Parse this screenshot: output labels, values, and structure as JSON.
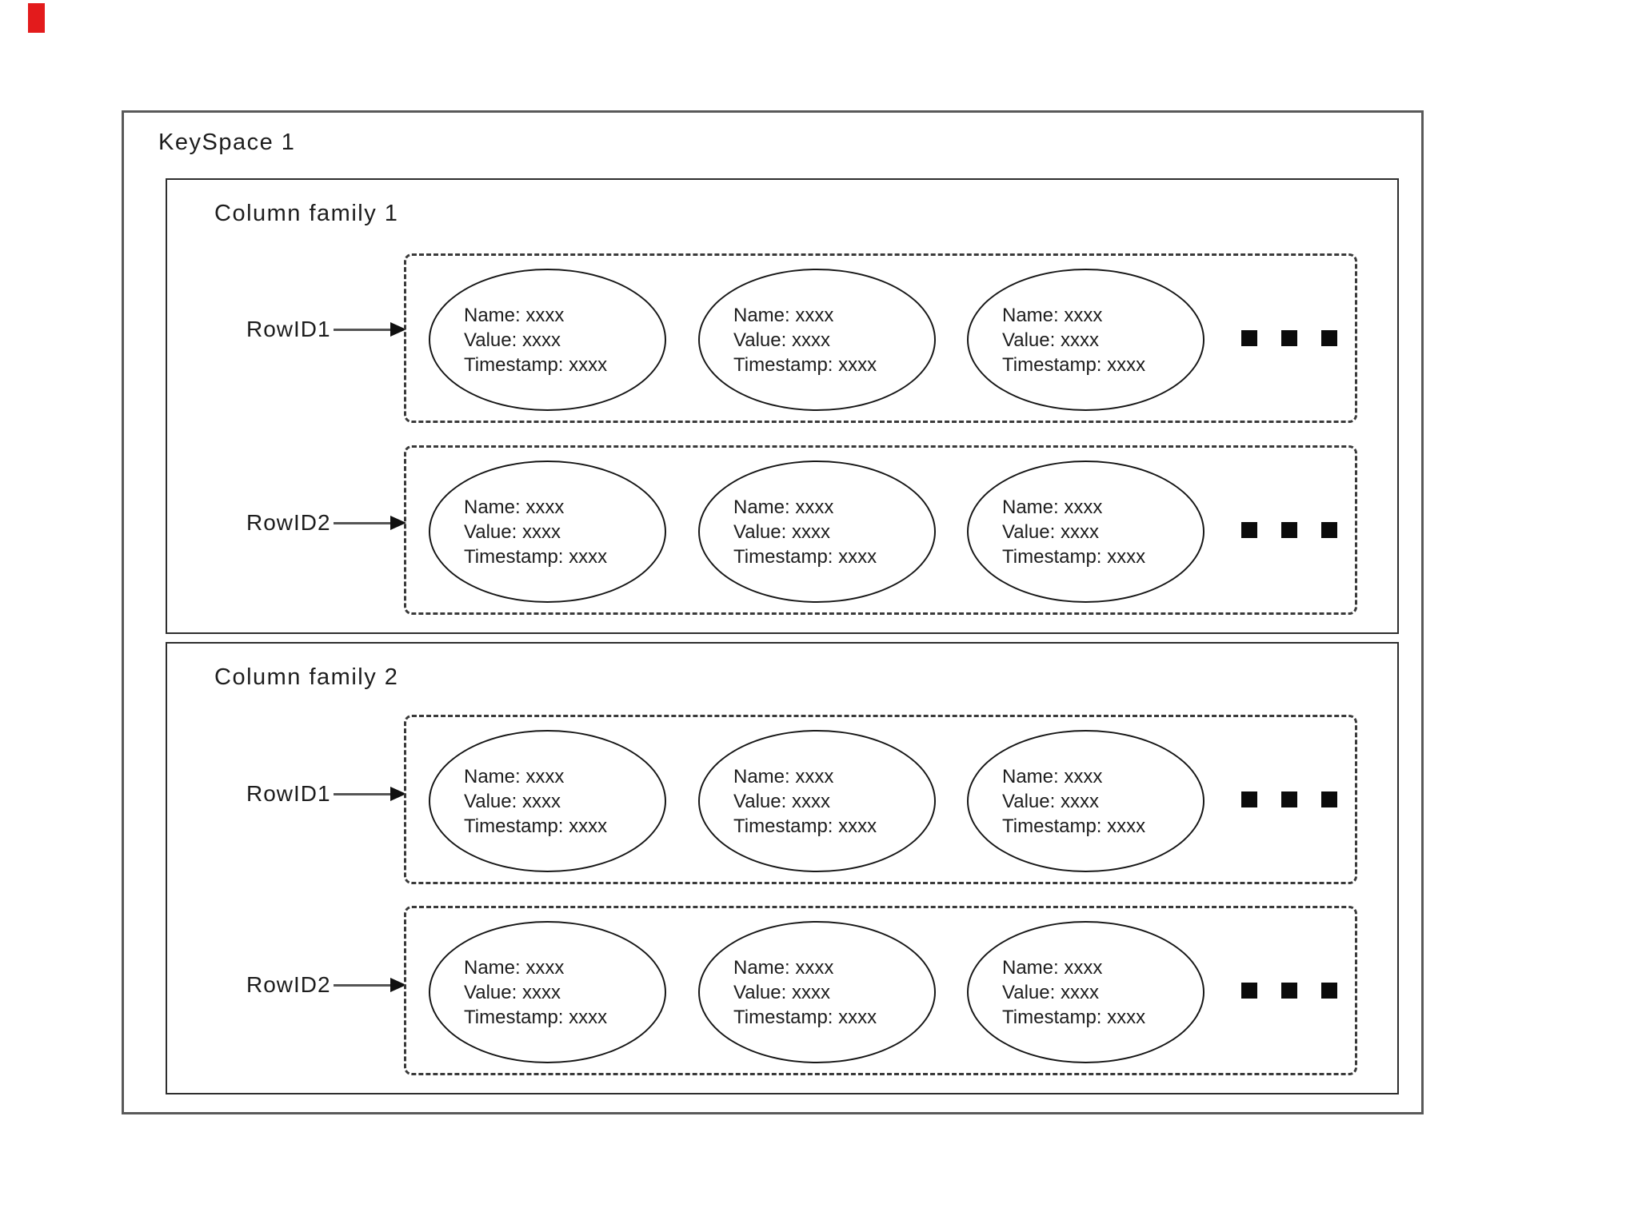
{
  "screen_artifact": {
    "type": "red-marker-top-left",
    "color": "#e31b1c"
  },
  "colors": {
    "background": "#ffffff",
    "keyspace_border": "#595959",
    "column_family_border": "#2e2e2e",
    "dashed_row_border": "#3a3a3a",
    "ellipse_border": "#171717",
    "text": "#1d1d1d",
    "ellipsis_squares": "#0b0b0b"
  },
  "icons": {
    "ellipsis": "three-black-squares"
  },
  "diagram": {
    "keyspace": {
      "label": "KeySpace 1"
    },
    "column_families": [
      {
        "label": "Column family 1",
        "rows": [
          {
            "label": "RowID1",
            "cells": [
              {
                "lines": [
                  "Name: xxxx",
                  "Value: xxxx",
                  "Timestamp: xxxx"
                ]
              },
              {
                "lines": [
                  "Name: xxxx",
                  "Value: xxxx",
                  "Timestamp: xxxx"
                ]
              },
              {
                "lines": [
                  "Name: xxxx",
                  "Value: xxxx",
                  "Timestamp: xxxx"
                ]
              }
            ]
          },
          {
            "label": "RowID2",
            "cells": [
              {
                "lines": [
                  "Name: xxxx",
                  "Value: xxxx",
                  "Timestamp: xxxx"
                ]
              },
              {
                "lines": [
                  "Name: xxxx",
                  "Value: xxxx",
                  "Timestamp: xxxx"
                ]
              },
              {
                "lines": [
                  "Name: xxxx",
                  "Value: xxxx",
                  "Timestamp: xxxx"
                ]
              }
            ]
          }
        ]
      },
      {
        "label": "Column family 2",
        "rows": [
          {
            "label": "RowID1",
            "cells": [
              {
                "lines": [
                  "Name: xxxx",
                  "Value: xxxx",
                  "Timestamp: xxxx"
                ]
              },
              {
                "lines": [
                  "Name: xxxx",
                  "Value: xxxx",
                  "Timestamp: xxxx"
                ]
              },
              {
                "lines": [
                  "Name: xxxx",
                  "Value: xxxx",
                  "Timestamp: xxxx"
                ]
              }
            ]
          },
          {
            "label": "RowID2",
            "cells": [
              {
                "lines": [
                  "Name: xxxx",
                  "Value: xxxx",
                  "Timestamp: xxxx"
                ]
              },
              {
                "lines": [
                  "Name: xxxx",
                  "Value: xxxx",
                  "Timestamp: xxxx"
                ]
              },
              {
                "lines": [
                  "Name: xxxx",
                  "Value: xxxx",
                  "Timestamp: xxxx"
                ]
              }
            ]
          }
        ]
      }
    ]
  }
}
